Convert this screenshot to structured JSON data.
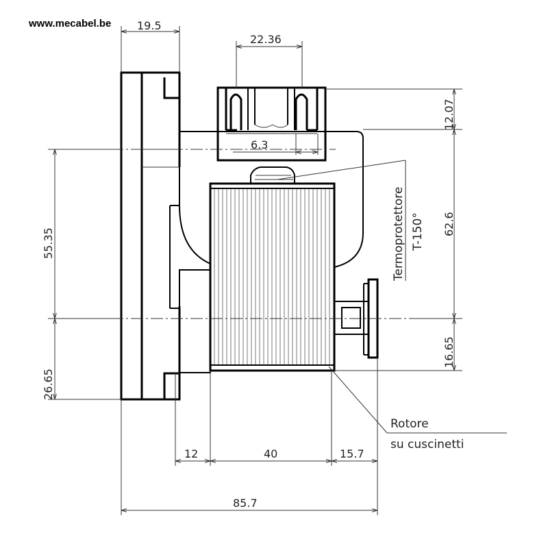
{
  "header": {
    "website": "www.mecabel.be"
  },
  "dimensions": {
    "flange_width": "19.5",
    "connector_spacing": "22.36",
    "terminal_width": "6.3",
    "connector_height": "12.07",
    "upper_height": "62.6",
    "lower_height": "16.65",
    "left_upper_height": "55.35",
    "left_lower_height": "26.65",
    "gear_depth": "12",
    "body_length": "40",
    "shaft_length": "15.7",
    "total_length": "85.7"
  },
  "labels": {
    "thermo_line1": "Termoprotettore",
    "thermo_line2": "T-150°",
    "rotor_line1": "Rotore",
    "rotor_line2": "su cuscinetti"
  }
}
